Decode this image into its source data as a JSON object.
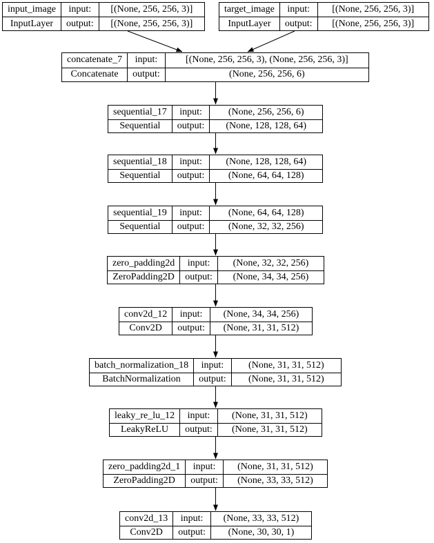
{
  "diagram": {
    "kind": "keras-model-plot",
    "background_color": "#ffffff",
    "border_color": "#000000",
    "text_color": "#000000"
  },
  "labels": {
    "input": "input:",
    "output": "output:"
  },
  "nodes": [
    {
      "name": "input_image",
      "type": "InputLayer",
      "input": "[(None, 256, 256, 3)]",
      "output": "[(None, 256, 256, 3)]"
    },
    {
      "name": "target_image",
      "type": "InputLayer",
      "input": "[(None, 256, 256, 3)]",
      "output": "[(None, 256, 256, 3)]"
    },
    {
      "name": "concatenate_7",
      "type": "Concatenate",
      "input": "[(None, 256, 256, 3), (None, 256, 256, 3)]",
      "output": "(None, 256, 256, 6)"
    },
    {
      "name": "sequential_17",
      "type": "Sequential",
      "input": "(None, 256, 256, 6)",
      "output": "(None, 128, 128, 64)"
    },
    {
      "name": "sequential_18",
      "type": "Sequential",
      "input": "(None, 128, 128, 64)",
      "output": "(None, 64, 64, 128)"
    },
    {
      "name": "sequential_19",
      "type": "Sequential",
      "input": "(None, 64, 64, 128)",
      "output": "(None, 32, 32, 256)"
    },
    {
      "name": "zero_padding2d",
      "type": "ZeroPadding2D",
      "input": "(None, 32, 32, 256)",
      "output": "(None, 34, 34, 256)"
    },
    {
      "name": "conv2d_12",
      "type": "Conv2D",
      "input": "(None, 34, 34, 256)",
      "output": "(None, 31, 31, 512)"
    },
    {
      "name": "batch_normalization_18",
      "type": "BatchNormalization",
      "input": "(None, 31, 31, 512)",
      "output": "(None, 31, 31, 512)"
    },
    {
      "name": "leaky_re_lu_12",
      "type": "LeakyReLU",
      "input": "(None, 31, 31, 512)",
      "output": "(None, 31, 31, 512)"
    },
    {
      "name": "zero_padding2d_1",
      "type": "ZeroPadding2D",
      "input": "(None, 31, 31, 512)",
      "output": "(None, 33, 33, 512)"
    },
    {
      "name": "conv2d_13",
      "type": "Conv2D",
      "input": "(None, 33, 33, 512)",
      "output": "(None, 30, 30, 1)"
    }
  ],
  "edges": [
    {
      "from": "input_image",
      "to": "concatenate_7"
    },
    {
      "from": "target_image",
      "to": "concatenate_7"
    },
    {
      "from": "concatenate_7",
      "to": "sequential_17"
    },
    {
      "from": "sequential_17",
      "to": "sequential_18"
    },
    {
      "from": "sequential_18",
      "to": "sequential_19"
    },
    {
      "from": "sequential_19",
      "to": "zero_padding2d"
    },
    {
      "from": "zero_padding2d",
      "to": "conv2d_12"
    },
    {
      "from": "conv2d_12",
      "to": "batch_normalization_18"
    },
    {
      "from": "batch_normalization_18",
      "to": "leaky_re_lu_12"
    },
    {
      "from": "leaky_re_lu_12",
      "to": "zero_padding2d_1"
    },
    {
      "from": "zero_padding2d_1",
      "to": "conv2d_13"
    }
  ]
}
